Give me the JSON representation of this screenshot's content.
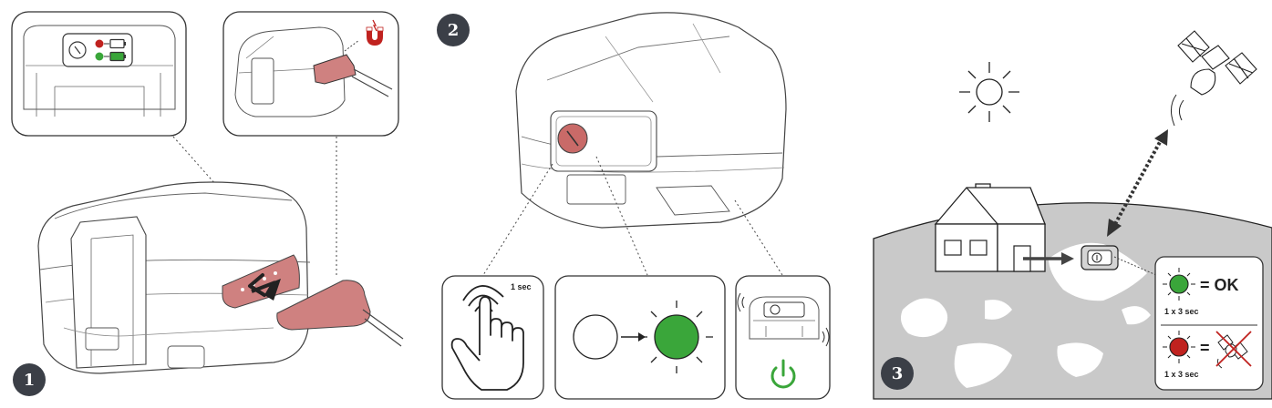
{
  "steps": [
    {
      "number": "1"
    },
    {
      "number": "2"
    },
    {
      "number": "3"
    }
  ],
  "step2": {
    "press_duration": "1 sec"
  },
  "step3": {
    "ok_label": "= OK",
    "ok_duration": "1 x 3 sec",
    "fail_equals": "=",
    "fail_duration": "1 x 3 sec"
  },
  "colors": {
    "accent_red": "#c0221f",
    "led_green": "#3aa63a",
    "connector_pink": "#cf8180",
    "badge_dark": "#3b3f47",
    "map_gray": "#c9c9c9"
  },
  "icons": [
    "magnet-icon",
    "hand-press-icon",
    "power-icon",
    "sun-icon",
    "satellite-icon",
    "house-icon"
  ]
}
